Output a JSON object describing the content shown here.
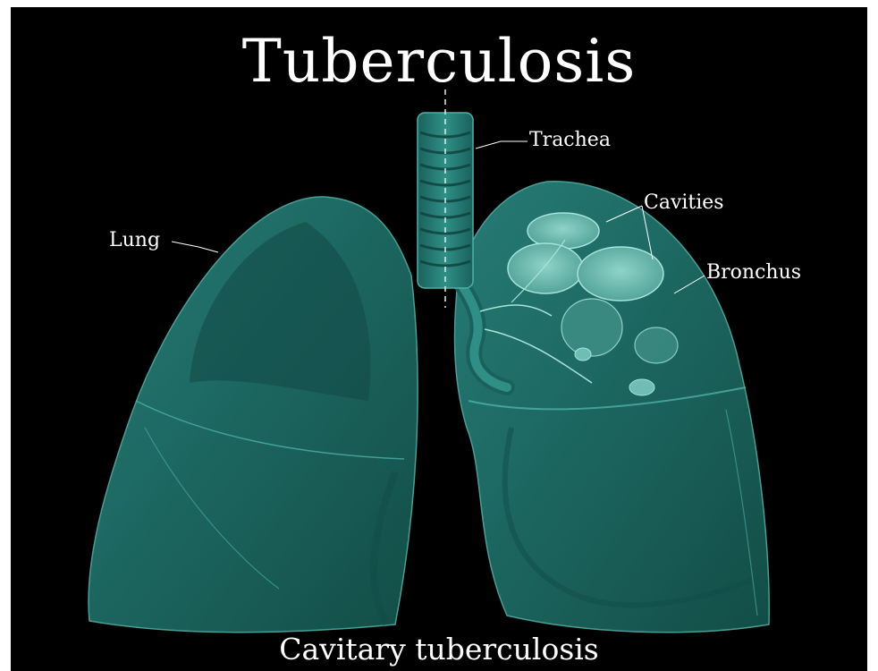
{
  "title": "Tuberculosis",
  "caption": "Cavitary tuberculosis",
  "labels": {
    "trachea": "Trachea",
    "cavities": "Cavities",
    "lung": "Lung",
    "bronchus": "Bronchus"
  },
  "colors": {
    "background": "#000000",
    "lung_fill": "#1f6f6a",
    "lung_dark": "#124b47",
    "lung_light": "#3a9a92",
    "cavity_fill": "#6fbdb3",
    "text": "#ffffff"
  }
}
